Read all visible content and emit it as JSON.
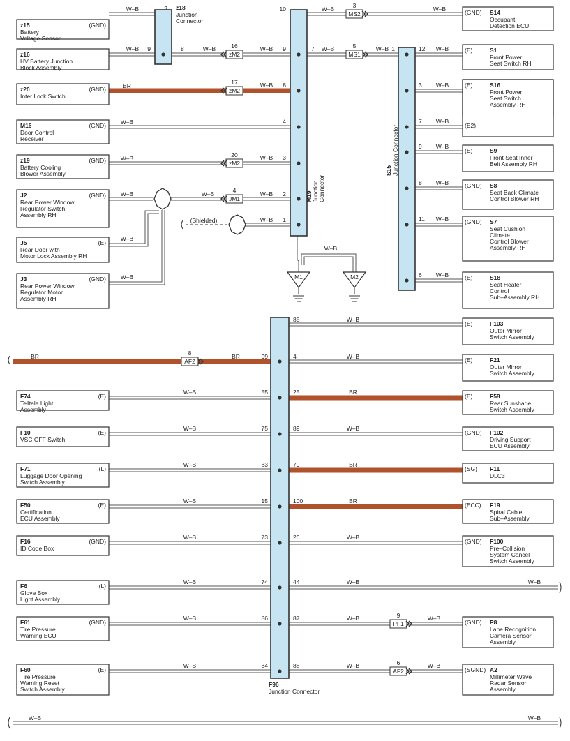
{
  "colors": {
    "br_wire": "#b0522b",
    "junction_fill": "#c6e4f2"
  },
  "left_components": [
    {
      "code": "z15",
      "name": [
        "Battery",
        "Voltage Sensor"
      ],
      "term": "(GND)"
    },
    {
      "code": "z16",
      "name": [
        "HV Battery Junction",
        "Block Assembly"
      ],
      "term": ""
    },
    {
      "code": "z20",
      "name": [
        "Inter Lock Switch"
      ],
      "term": "(GND)"
    },
    {
      "code": "M16",
      "name": [
        "Door Control",
        "Receiver"
      ],
      "term": "(GND)"
    },
    {
      "code": "z19",
      "name": [
        "Battery Cooling",
        "Blower Assembly"
      ],
      "term": "(GND)"
    },
    {
      "code": "J2",
      "name": [
        "Rear Power Window",
        "Regulator Switch",
        "Assembly RH"
      ],
      "term": "(GND)"
    },
    {
      "code": "J5",
      "name": [
        "Rear Door with",
        "Motor Lock Assembly RH"
      ],
      "term": "(E)"
    },
    {
      "code": "J3",
      "name": [
        "Rear Power Window",
        "Regulator Motor",
        "Assembly RH"
      ],
      "term": "(GND)"
    },
    {
      "code": "F74",
      "name": [
        "Telltale Light",
        "Assembly"
      ],
      "term": "(E)"
    },
    {
      "code": "F10",
      "name": [
        "VSC OFF Switch"
      ],
      "term": "(E)"
    },
    {
      "code": "F71",
      "name": [
        "Luggage Door Opening",
        "Switch Assembly"
      ],
      "term": "(L)"
    },
    {
      "code": "F50",
      "name": [
        "Certification",
        "ECU Assembly"
      ],
      "term": "(E)"
    },
    {
      "code": "F16",
      "name": [
        "ID Code Box"
      ],
      "term": "(GND)"
    },
    {
      "code": "F6",
      "name": [
        "Glove Box",
        "Light Assembly"
      ],
      "term": "(L)"
    },
    {
      "code": "F61",
      "name": [
        "Tire Pressure",
        "Warning ECU"
      ],
      "term": "(GND)"
    },
    {
      "code": "F60",
      "name": [
        "Tire Pressure",
        "Warning Reset",
        "Switch Assembly"
      ],
      "term": "(E)"
    }
  ],
  "right_components": [
    {
      "code": "S14",
      "name": [
        "Occupant",
        "Detection ECU"
      ],
      "term": "(GND)"
    },
    {
      "code": "S1",
      "name": [
        "Front Power",
        "Seat Switch RH"
      ],
      "term": "(E)"
    },
    {
      "code": "S16",
      "name": [
        "Front Power",
        "Seat Switch",
        "Assembly RH"
      ],
      "term": "(E)"
    },
    {
      "code": "",
      "name": [],
      "term": "(E2)"
    },
    {
      "code": "S9",
      "name": [
        "Front Seat Inner",
        "Belt Assembly RH"
      ],
      "term": "(E)"
    },
    {
      "code": "S8",
      "name": [
        "Seat Back Climate",
        "Control Blower RH"
      ],
      "term": "(GND)"
    },
    {
      "code": "S7",
      "name": [
        "Seat Cushion",
        "Climate",
        "Control Blower",
        "Assembly RH"
      ],
      "term": "(GND)"
    },
    {
      "code": "S18",
      "name": [
        "Seat Heater",
        "Control",
        "Sub–Assembly RH"
      ],
      "term": "(E)"
    },
    {
      "code": "F103",
      "name": [
        "Outer Mirror",
        "Switch Assembly"
      ],
      "term": "(E)"
    },
    {
      "code": "F21",
      "name": [
        "Outer Mirror",
        "Switch Assembly"
      ],
      "term": "(E)"
    },
    {
      "code": "F58",
      "name": [
        "Rear Sunshade",
        "Switch Assembly"
      ],
      "term": "(E)"
    },
    {
      "code": "F102",
      "name": [
        "Driving Support",
        "ECU Assembly"
      ],
      "term": "(GND)"
    },
    {
      "code": "F11",
      "name": [
        "DLC3"
      ],
      "term": "(SG)"
    },
    {
      "code": "F19",
      "name": [
        "Spiral Cable",
        "Sub–Assembly"
      ],
      "term": "(ECC)"
    },
    {
      "code": "F100",
      "name": [
        "Pre–Collision",
        "System Cancel",
        "Switch Assembly"
      ],
      "term": "(GND)"
    },
    {
      "code": "P8",
      "name": [
        "Lane Recognition",
        "Camera Sensor",
        "Assembly"
      ],
      "term": "(GND)"
    },
    {
      "code": "A2",
      "name": [
        "Millimeter Wave",
        "Radar Sensor",
        "Assembly"
      ],
      "term": "(SGND)"
    }
  ],
  "junctions": {
    "z18": {
      "code": "z18",
      "name": [
        "Junction",
        "Connector"
      ]
    },
    "m19": {
      "code": "M19",
      "name": [
        "Junction",
        "Connector"
      ]
    },
    "s15": {
      "code": "S15",
      "name": [
        "Junction Connector"
      ]
    },
    "f96": {
      "code": "F96",
      "name": [
        "Junction Connector"
      ]
    }
  },
  "connectors": [
    {
      "id": "MS2",
      "pin": "3"
    },
    {
      "id": "zM2",
      "pin": "16"
    },
    {
      "id": "MS1",
      "pin": "5"
    },
    {
      "id": "zM2",
      "pin": "17"
    },
    {
      "id": "zM2",
      "pin": "20"
    },
    {
      "id": "JM1",
      "pin": "4"
    },
    {
      "id": "AF2",
      "pin": "8"
    },
    {
      "id": "PF1",
      "pin": "9"
    },
    {
      "id": "AF2",
      "pin": "6"
    }
  ],
  "grounds": [
    {
      "label": "M1"
    },
    {
      "label": "M2"
    }
  ],
  "wire_colors": {
    "wb": "W–B",
    "br": "BR"
  },
  "shielded_label": "(Shielded)",
  "m19_pins": [
    "10",
    "9",
    "8",
    "4",
    "3",
    "2",
    "1",
    "7"
  ],
  "s15_pins": [
    "1",
    "12",
    "3",
    "7",
    "9",
    "8",
    "11",
    "6"
  ],
  "z18_pins": [
    "3",
    "9",
    "8"
  ],
  "f96_left_pins": [
    "99",
    "55",
    "75",
    "83",
    "15",
    "73",
    "74",
    "86",
    "84"
  ],
  "f96_right_pins": [
    "85",
    "4",
    "25",
    "89",
    "79",
    "100",
    "26",
    "44",
    "87",
    "88"
  ]
}
